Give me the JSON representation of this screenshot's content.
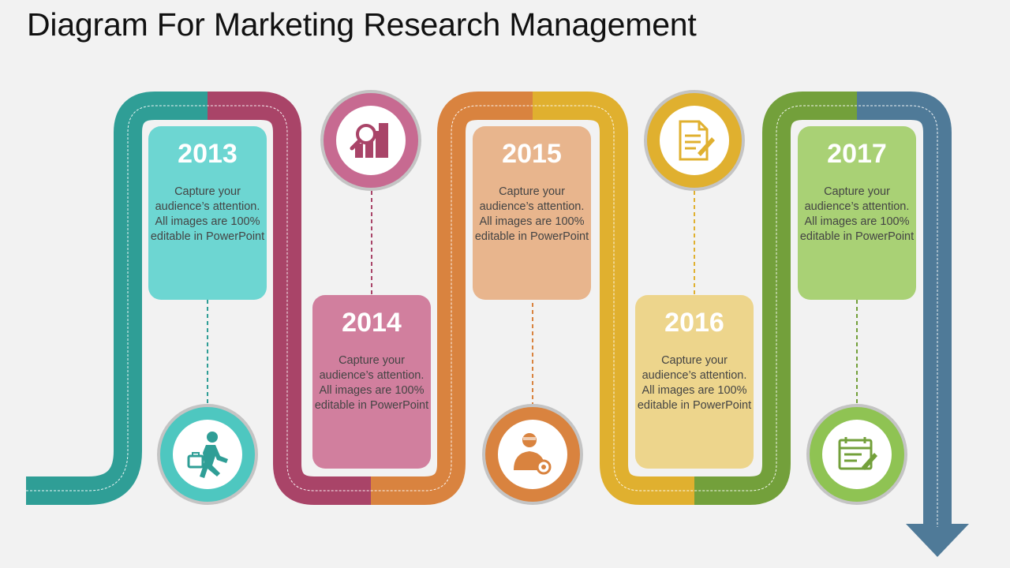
{
  "title": "Diagram For Marketing Research Management",
  "colors": {
    "teal": "#2f9e96",
    "magenta": "#a94468",
    "orange": "#d9833f",
    "gold": "#e0b02f",
    "green": "#73a03b",
    "blue": "#4f7a98"
  },
  "milestones": [
    {
      "year": "2013",
      "text": "Capture your audience’s attention. All images are 100% editable in PowerPoint",
      "icon": "businessman-running-icon"
    },
    {
      "year": "2014",
      "text": "Capture your audience’s attention.  All images are 100% editable in PowerPoint",
      "icon": "magnifier-chart-icon"
    },
    {
      "year": "2015",
      "text": "Capture your audience’s attention. All images are 100% editable in PowerPoint",
      "icon": "certified-person-icon"
    },
    {
      "year": "2016",
      "text": "Capture your audience’s attention. All images are 100% editable in PowerPoint",
      "icon": "document-pen-icon"
    },
    {
      "year": "2017",
      "text": "Capture your audience’s attention. All images are 100% editable in PowerPoint",
      "icon": "calendar-pen-icon"
    }
  ]
}
